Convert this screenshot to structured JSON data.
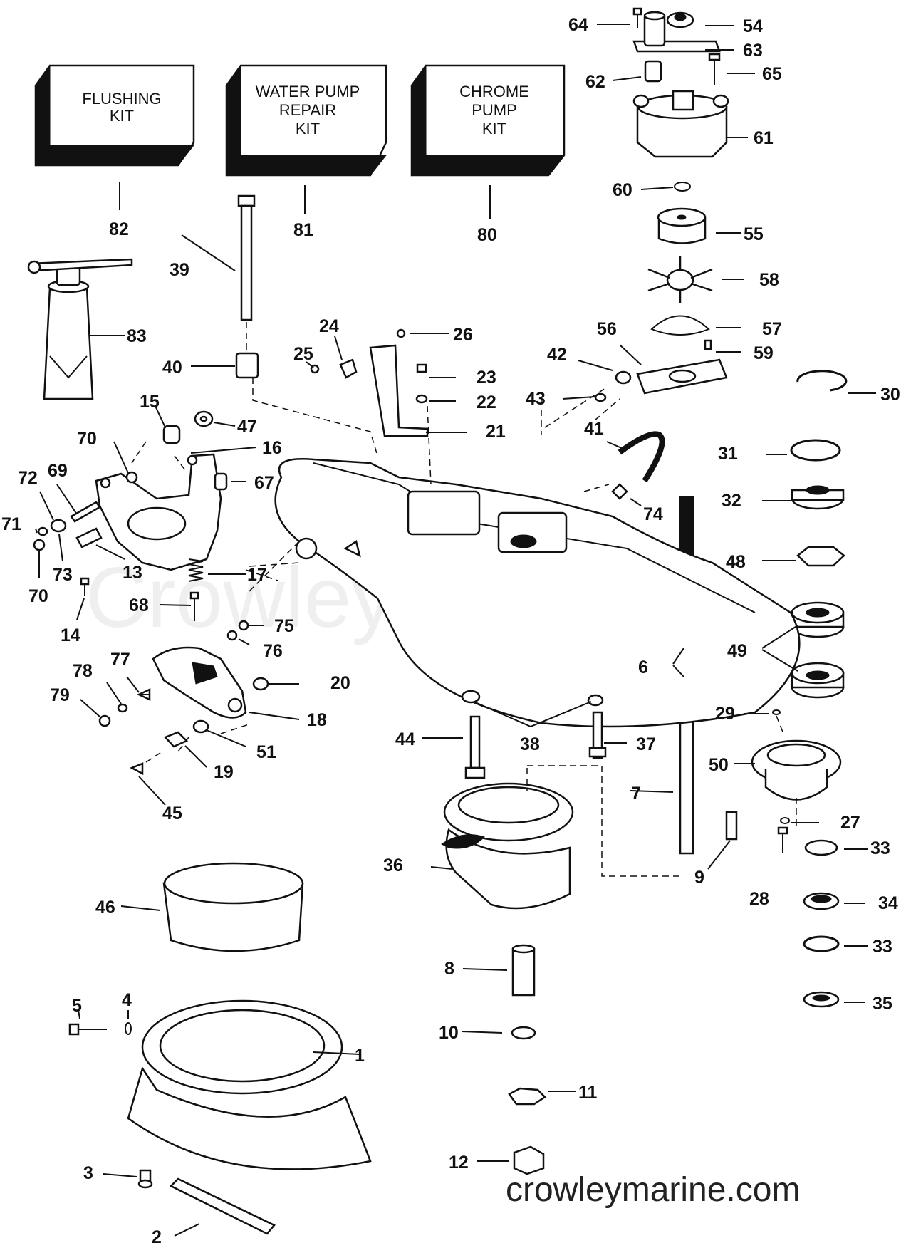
{
  "kits": [
    {
      "id": "82",
      "lines": [
        "FLUSHING",
        "KIT"
      ]
    },
    {
      "id": "81",
      "lines": [
        "WATER PUMP",
        "REPAIR",
        "KIT"
      ]
    },
    {
      "id": "80",
      "lines": [
        "CHROME",
        "PUMP",
        "KIT"
      ]
    }
  ],
  "callouts": [
    "1",
    "2",
    "3",
    "4",
    "5",
    "6",
    "7",
    "8",
    "9",
    "10",
    "11",
    "12",
    "13",
    "14",
    "15",
    "16",
    "17",
    "18",
    "19",
    "20",
    "21",
    "22",
    "23",
    "24",
    "25",
    "26",
    "27",
    "28",
    "29",
    "30",
    "31",
    "32",
    "33",
    "34",
    "35",
    "36",
    "37",
    "38",
    "39",
    "40",
    "41",
    "42",
    "43",
    "44",
    "45",
    "46",
    "47",
    "48",
    "49",
    "50",
    "51",
    "54",
    "55",
    "56",
    "57",
    "58",
    "59",
    "60",
    "61",
    "62",
    "63",
    "64",
    "65",
    "67",
    "68",
    "69",
    "70",
    "71",
    "72",
    "73",
    "74",
    "75",
    "76",
    "77",
    "78",
    "79",
    "80",
    "81",
    "82",
    "83"
  ],
  "watermark": "Crowley Marine",
  "website": "crowleymarine.com"
}
